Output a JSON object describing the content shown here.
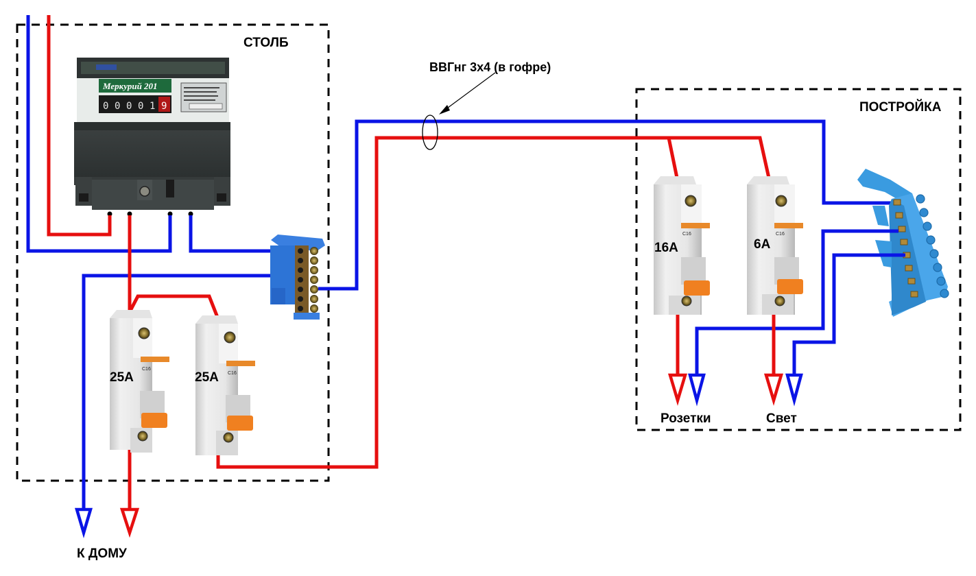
{
  "diagram": {
    "title": "Схема подключения постройки от столба",
    "zones": {
      "pole": {
        "label": "СТОЛБ"
      },
      "building": {
        "label": "ПОСТРОЙКА"
      }
    },
    "cable": {
      "label": "ВВГнг 3х4 (в гофре)"
    },
    "meter": {
      "brand": "Меркурий 201",
      "display_digits": [
        "0",
        "0",
        "0",
        "0",
        "1",
        "9"
      ]
    },
    "pole_breakers": [
      {
        "rating": "25A",
        "model": "C16"
      },
      {
        "rating": "25A",
        "model": "C16"
      }
    ],
    "building_breakers": [
      {
        "rating": "16A",
        "model": "C16"
      },
      {
        "rating": "6A",
        "model": "C16"
      }
    ],
    "outputs": {
      "house": "К ДОМУ",
      "sockets": "Розетки",
      "light": "Свет"
    },
    "colors": {
      "phase": "#e60f0f",
      "neutral": "#0a14e6",
      "terminal_block": "#2f7fe0",
      "zero_bus": "#3a9be0",
      "breaker_handle": "#f08020"
    }
  }
}
